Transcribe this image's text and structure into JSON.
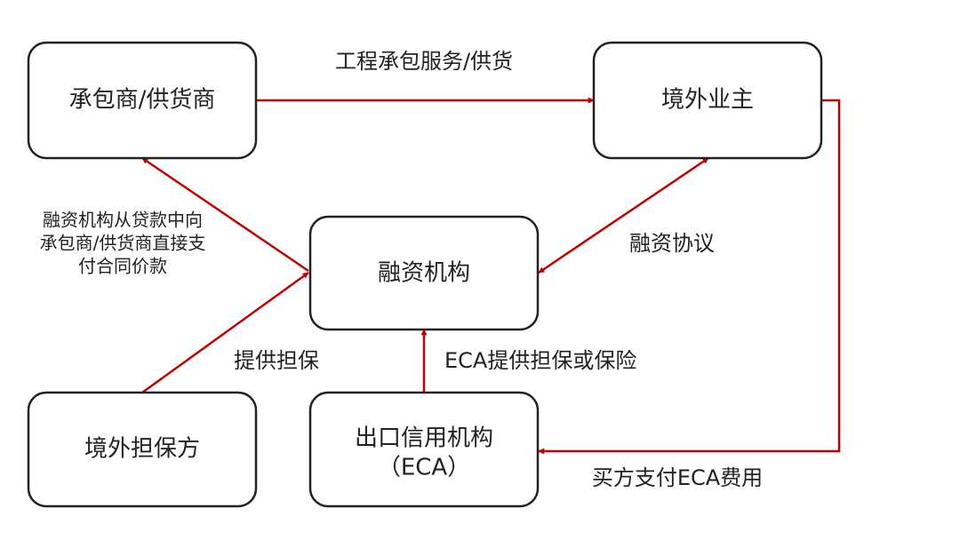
{
  "colors": {
    "edge": "#c00000",
    "box_border": "#222222",
    "text": "#222222",
    "background": "#ffffff"
  },
  "nodes": {
    "contractor": "承包商/供货商",
    "owner": "境外业主",
    "financier": "融资机构",
    "guarantor": "境外担保方",
    "eca_line1": "出口信用机构",
    "eca_line2": "（ECA）"
  },
  "edges": {
    "contractor_to_owner": "工程承包服务/供货",
    "financing_agreement": "融资协议",
    "guarantor_provides": "提供担保",
    "eca_provides": "ECA提供担保或保险",
    "buyer_pays_eca": "买方支付ECA费用",
    "financier_pays_line1": "融资机构从贷款中向",
    "financier_pays_line2": "承包商/供货商直接支",
    "financier_pays_line3": "付合同价款"
  }
}
